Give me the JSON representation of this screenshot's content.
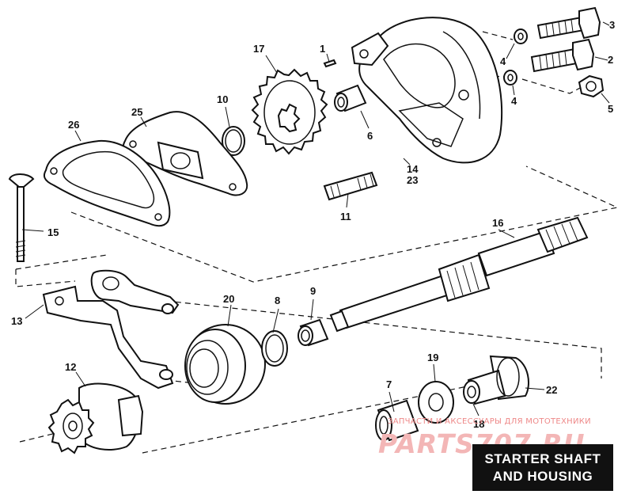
{
  "title": {
    "line1": "STARTER SHAFT",
    "line2": "AND HOUSING"
  },
  "watermark": {
    "tagline": "ЗАПЧАСТИ И АКСЕССУАРЫ ДЛЯ МОТОТЕХНИКИ",
    "logo": "PARTS707.RU"
  },
  "callouts": [
    {
      "id": "c1",
      "text": "1"
    },
    {
      "id": "c2",
      "text": "2"
    },
    {
      "id": "c3",
      "text": "3"
    },
    {
      "id": "c4a",
      "text": "4"
    },
    {
      "id": "c4b",
      "text": "4"
    },
    {
      "id": "c5",
      "text": "5"
    },
    {
      "id": "c6",
      "text": "6"
    },
    {
      "id": "c7",
      "text": "7"
    },
    {
      "id": "c8",
      "text": "8"
    },
    {
      "id": "c9",
      "text": "9"
    },
    {
      "id": "c10",
      "text": "10"
    },
    {
      "id": "c11",
      "text": "11"
    },
    {
      "id": "c12",
      "text": "12"
    },
    {
      "id": "c13",
      "text": "13"
    },
    {
      "id": "c14",
      "text": "14"
    },
    {
      "id": "c23",
      "text": "23"
    },
    {
      "id": "c15",
      "text": "15"
    },
    {
      "id": "c16",
      "text": "16"
    },
    {
      "id": "c17",
      "text": "17"
    },
    {
      "id": "c18",
      "text": "18"
    },
    {
      "id": "c19",
      "text": "19"
    },
    {
      "id": "c20",
      "text": "20"
    },
    {
      "id": "c22",
      "text": "22"
    },
    {
      "id": "c25",
      "text": "25"
    },
    {
      "id": "c26",
      "text": "26"
    }
  ],
  "colors": {
    "ink": "#111111",
    "paper": "#ffffff",
    "watermark": "#e88888"
  }
}
